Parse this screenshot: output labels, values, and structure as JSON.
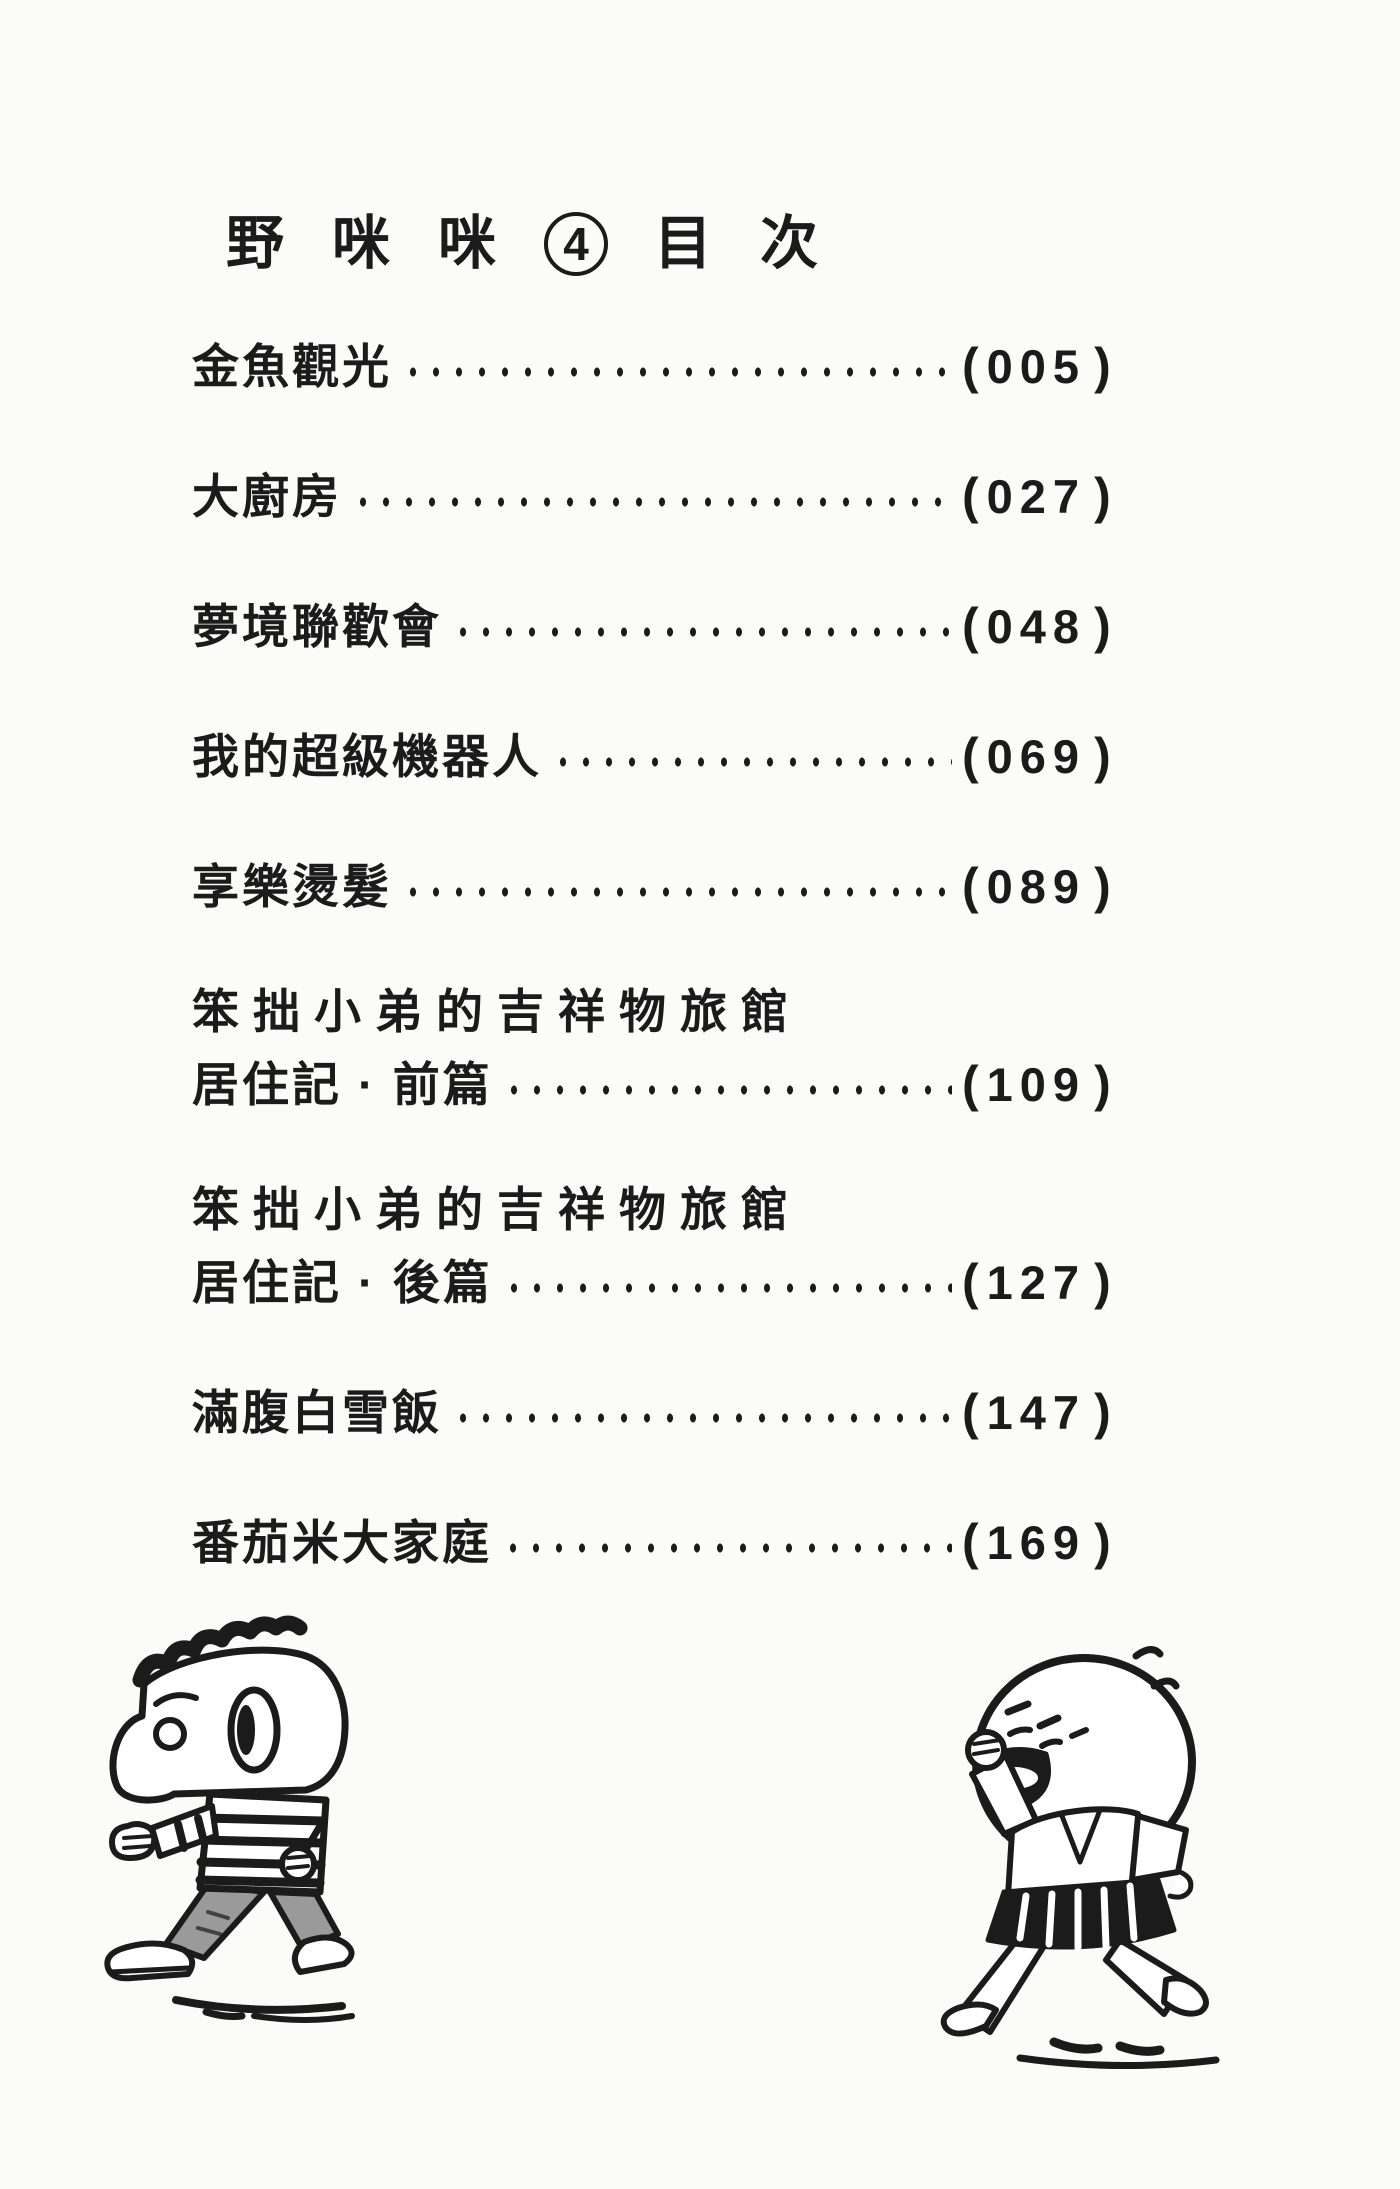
{
  "colors": {
    "ink": "#1b1b1b",
    "paper": "#fbfbf9",
    "pants": "#9a9a9a"
  },
  "header": {
    "series_title": "野咪咪",
    "volume_number": "4",
    "toc_label": "目次"
  },
  "toc": {
    "paren_open": "(",
    "paren_close": ")",
    "entries": [
      {
        "title": "金魚觀光",
        "page": "005"
      },
      {
        "title": "大廚房",
        "page": "027"
      },
      {
        "title": "夢境聯歡會",
        "page": "048"
      },
      {
        "title": "我的超級機器人",
        "page": "069"
      },
      {
        "title": "享樂燙髮",
        "page": "089"
      },
      {
        "title_line1": "笨拙小弟的吉祥物旅館",
        "title_line2": "居住記 · 前篇",
        "page": "109"
      },
      {
        "title_line1": "笨拙小弟的吉祥物旅館",
        "title_line2": "居住記 · 後篇",
        "page": "127"
      },
      {
        "title": "滿腹白雪飯",
        "page": "147"
      },
      {
        "title": "番茄米大家庭",
        "page": "169"
      }
    ]
  },
  "illustrations": {
    "left": "walking-boy",
    "right": "crying-running-kid"
  }
}
